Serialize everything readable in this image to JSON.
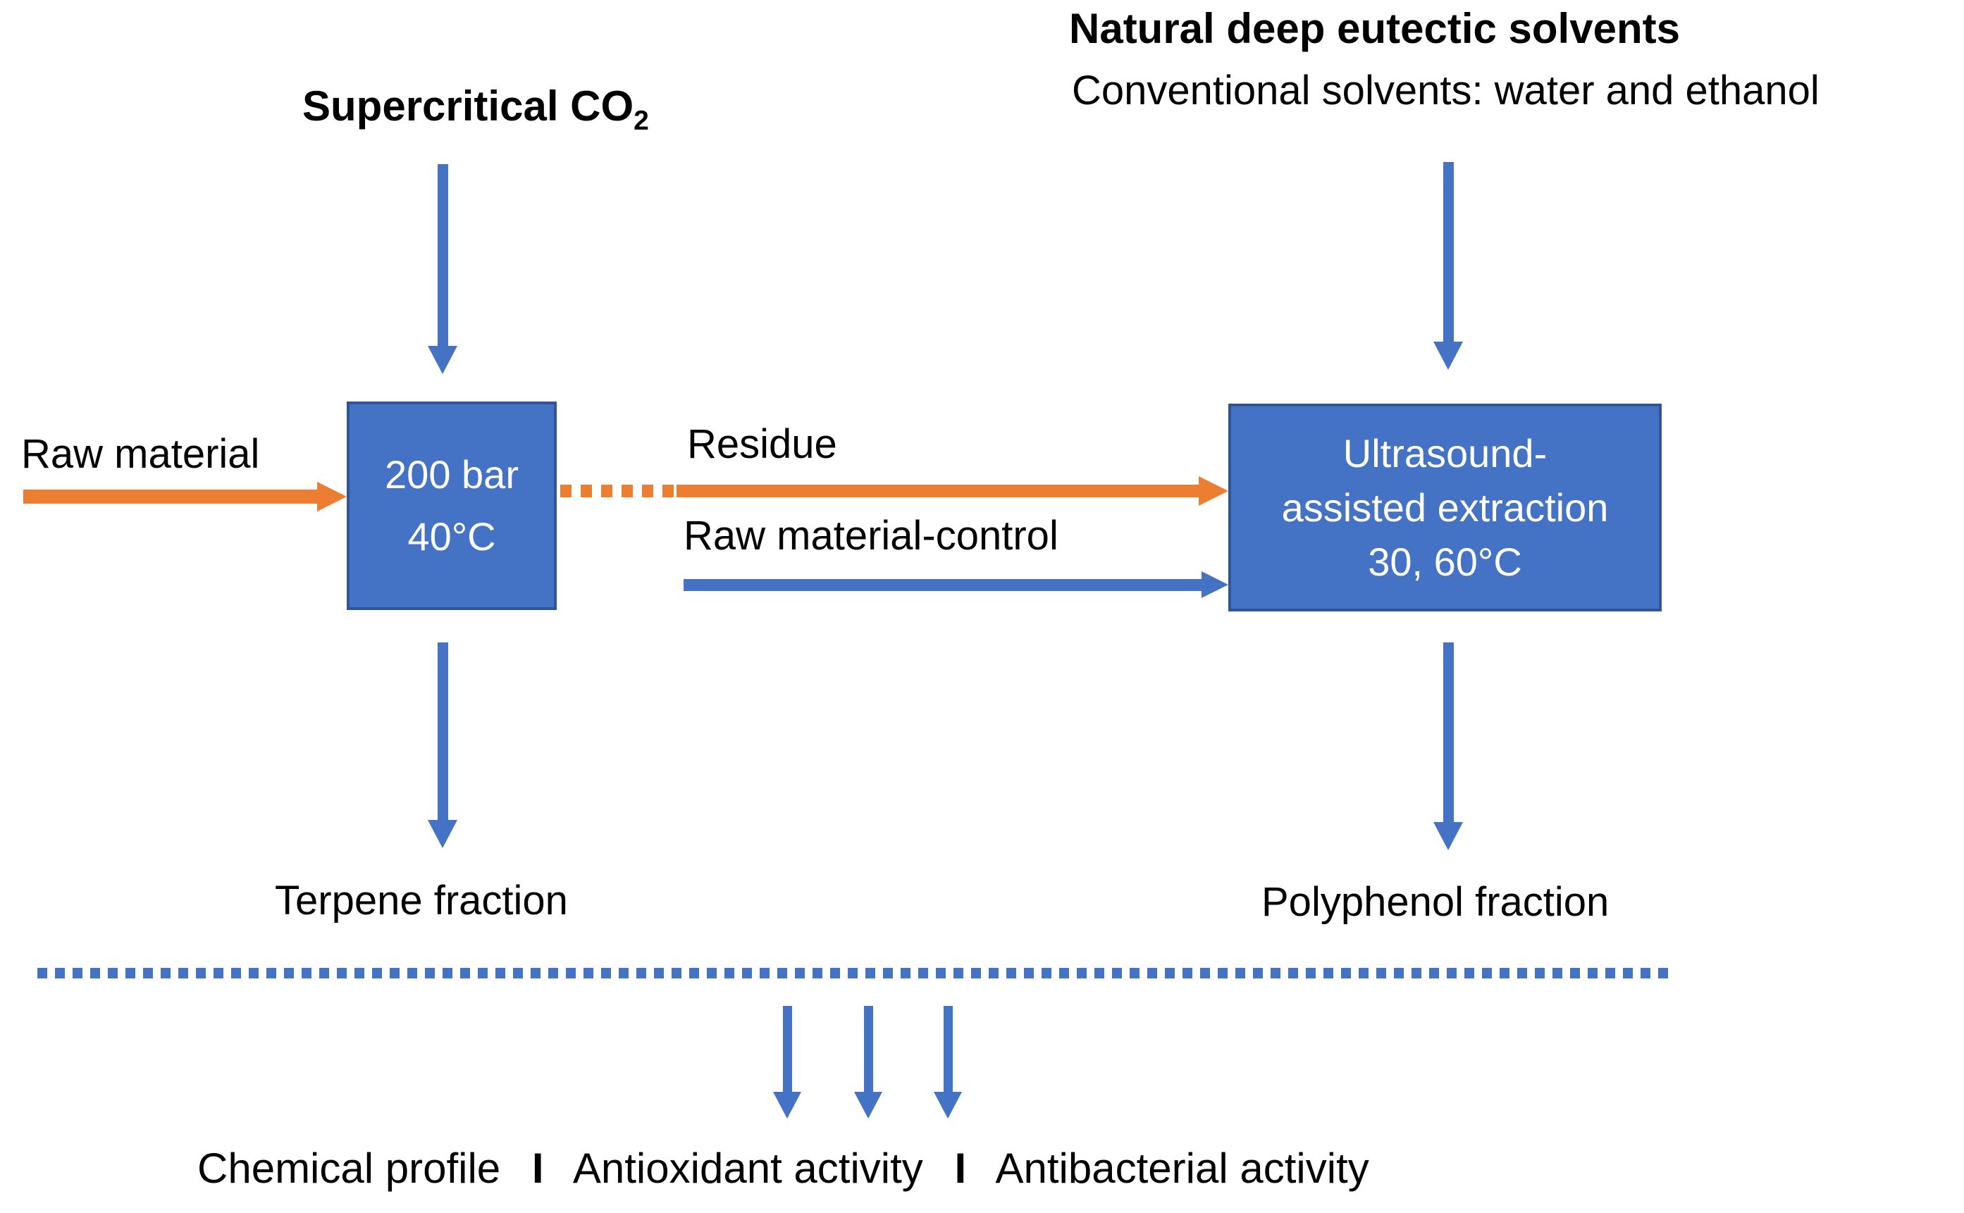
{
  "colors": {
    "accent_blue": "#4472C4",
    "accent_blue_dark": "#2F5597",
    "accent_orange": "#ED7D31",
    "text": "#000000",
    "box_text": "#FFFFFF",
    "background": "#FFFFFF"
  },
  "top_left": {
    "title": "Supercritical CO",
    "title_subscript": "2"
  },
  "top_right": {
    "title": "Natural deep eutectic solvents",
    "subtitle": "Conventional solvents: water and ethanol"
  },
  "left_flow": {
    "input_label": "Raw material",
    "box_line1": "200 bar",
    "box_line2": "40°C",
    "output_label": "Terpene fraction"
  },
  "middle_flow": {
    "residue_label": "Residue",
    "control_label": "Raw material-control"
  },
  "right_flow": {
    "box_line1": "Ultrasound-",
    "box_line2": "assisted extraction",
    "box_line3": "30, 60°C",
    "output_label": "Polyphenol fraction"
  },
  "analyses": {
    "item1": "Chemical profile",
    "separator1": "I",
    "item2": "Antioxidant activity",
    "separator2": "I",
    "item3": "Antibacterial activity"
  }
}
